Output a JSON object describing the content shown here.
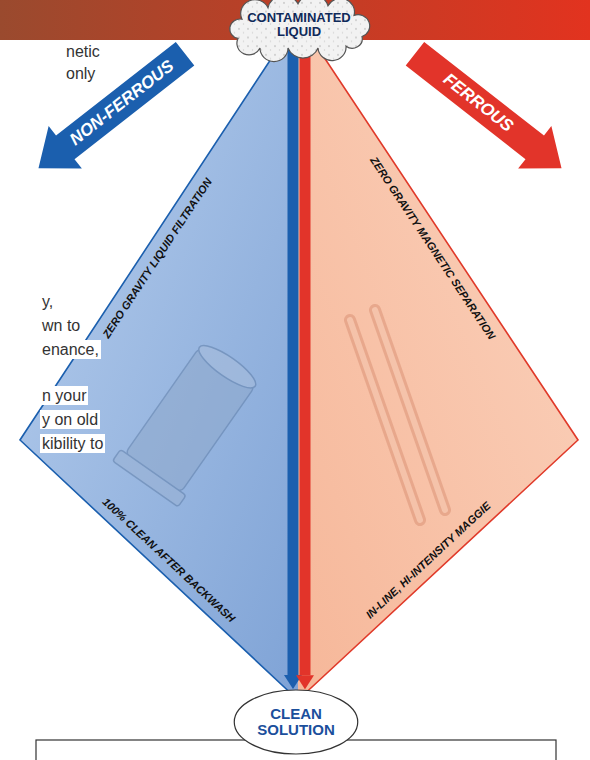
{
  "diagram": {
    "nodes": [
      {
        "text": [
          "CONTAMINATED LIQUID"
        ]
      },
      {
        "text": [
          "CLEAN SOLUTION"
        ]
      }
    ],
    "edges": [
      {
        "from": 0,
        "to": 1,
        "arrow": "to"
      },
      {
        "from": 0,
        "to": 1,
        "arrow": "to"
      }
    ],
    "labels": [
      "NON-FERROUS",
      "FERROUS",
      "ZERO GRAVITY LIQUID FILTRATION",
      "ZERO GRAVITY MAGNETIC SEPARATION",
      "100% CLEAN AFTER BACKWASH",
      "IN-LINE, HI-INTENSITY MAGGIE",
      "netic",
      "only",
      "y,",
      "wn to",
      "enance,",
      "n your",
      "y on old",
      "kibility to"
    ]
  }
}
